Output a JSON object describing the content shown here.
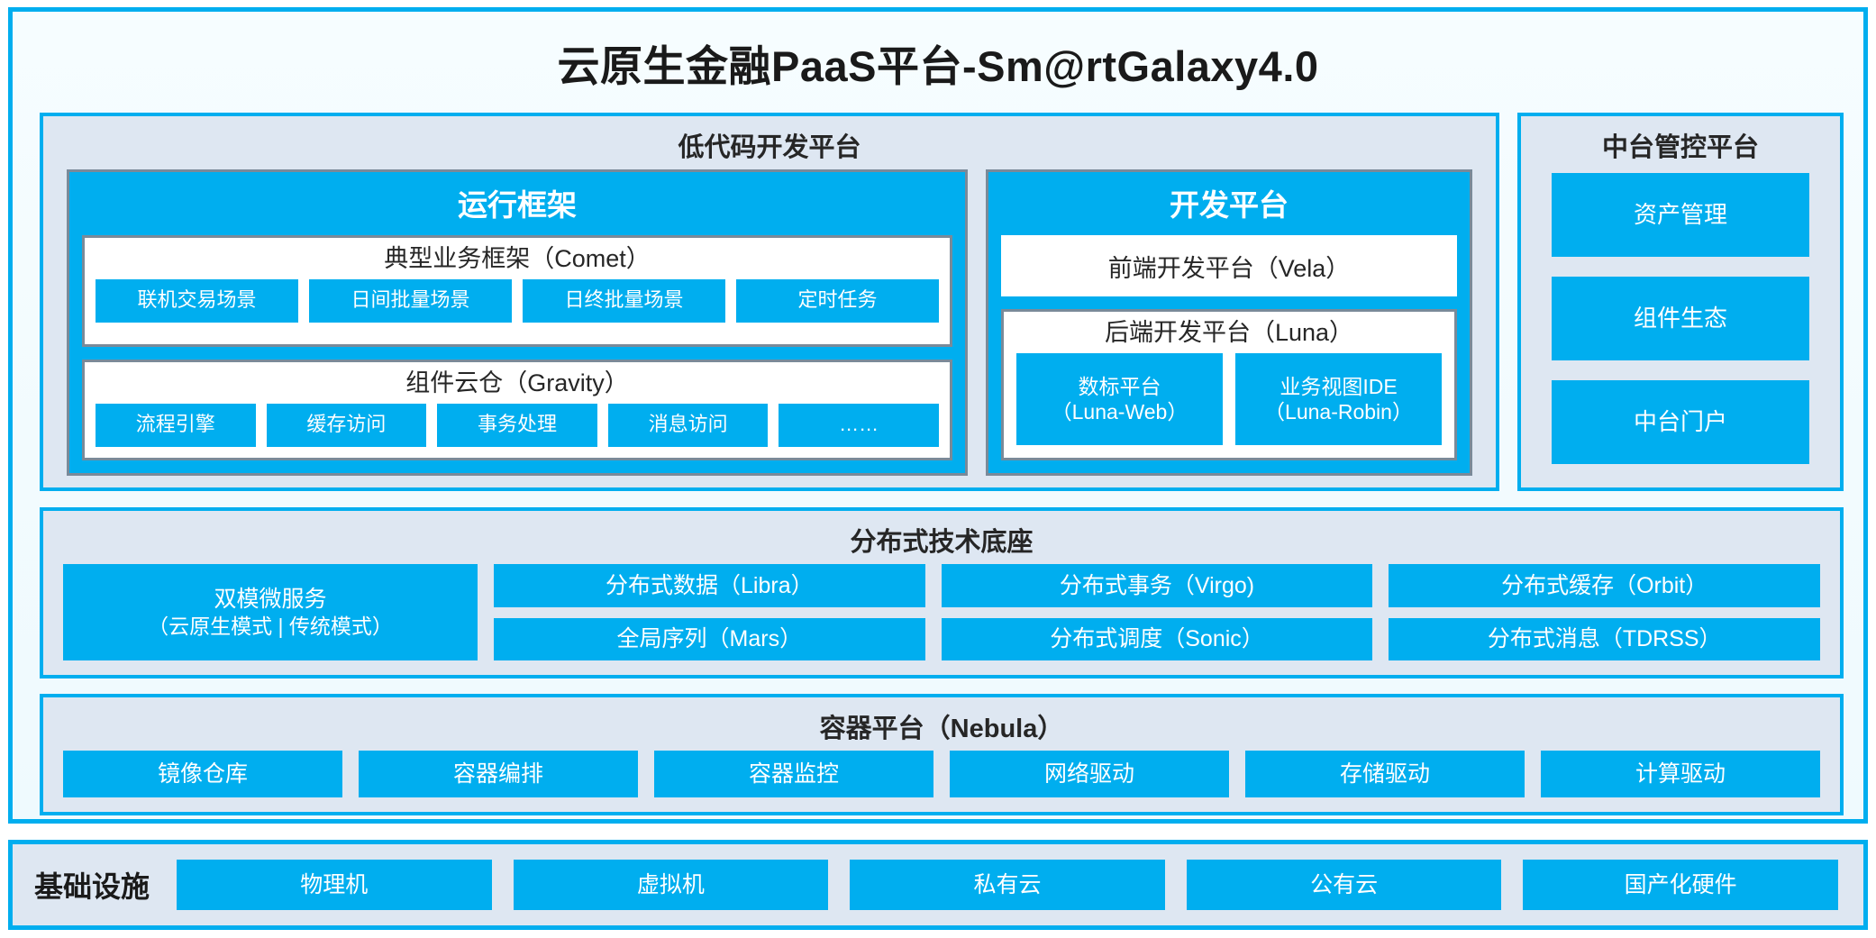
{
  "page": {
    "title": "云原生金融PaaS平台-Sm@rtGalaxy4.0",
    "accent_color": "#00AEEF",
    "section_bg_color": "#DEE7F2",
    "panel_border_color": "#7A8A99"
  },
  "lowcode": {
    "title": "低代码开发平台",
    "runtime": {
      "title": "运行框架",
      "comet": {
        "title": "典型业务框架（Comet）",
        "items": [
          {
            "label": "联机交易场景"
          },
          {
            "label": "日间批量场景"
          },
          {
            "label": "日终批量场景"
          },
          {
            "label": "定时任务"
          }
        ]
      },
      "gravity": {
        "title": "组件云仓（Gravity）",
        "items": [
          {
            "label": "流程引擎"
          },
          {
            "label": "缓存访问"
          },
          {
            "label": "事务处理"
          },
          {
            "label": "消息访问"
          },
          {
            "label": "……"
          }
        ]
      }
    },
    "devplatform": {
      "title": "开发平台",
      "frontend": {
        "label": "前端开发平台（Vela）"
      },
      "backend": {
        "title": "后端开发平台（Luna）",
        "items": [
          {
            "label": "数标平台",
            "sub": "（Luna-Web）"
          },
          {
            "label": "业务视图IDE",
            "sub": "（Luna-Robin）"
          }
        ]
      }
    }
  },
  "control_platform": {
    "title": "中台管控平台",
    "items": [
      {
        "label": "资产管理"
      },
      {
        "label": "组件生态"
      },
      {
        "label": "中台门户"
      }
    ]
  },
  "distributed_base": {
    "title": "分布式技术底座",
    "wide_item": {
      "label": "双模微服务",
      "sub": "（云原生模式 | 传统模式）"
    },
    "columns": [
      {
        "items": [
          {
            "label": "分布式数据（Libra）"
          },
          {
            "label": "全局序列（Mars）"
          }
        ]
      },
      {
        "items": [
          {
            "label": "分布式事务（Virgo)"
          },
          {
            "label": "分布式调度（Sonic）"
          }
        ]
      },
      {
        "items": [
          {
            "label": "分布式缓存（Orbit）"
          },
          {
            "label": "分布式消息（TDRSS）"
          }
        ]
      }
    ]
  },
  "container_platform": {
    "title": "容器平台（Nebula）",
    "items": [
      {
        "label": "镜像仓库"
      },
      {
        "label": "容器编排"
      },
      {
        "label": "容器监控"
      },
      {
        "label": "网络驱动"
      },
      {
        "label": "存储驱动"
      },
      {
        "label": "计算驱动"
      }
    ]
  },
  "infrastructure": {
    "label": "基础设施",
    "items": [
      {
        "label": "物理机"
      },
      {
        "label": "虚拟机"
      },
      {
        "label": "私有云"
      },
      {
        "label": "公有云"
      },
      {
        "label": "国产化硬件"
      }
    ]
  }
}
